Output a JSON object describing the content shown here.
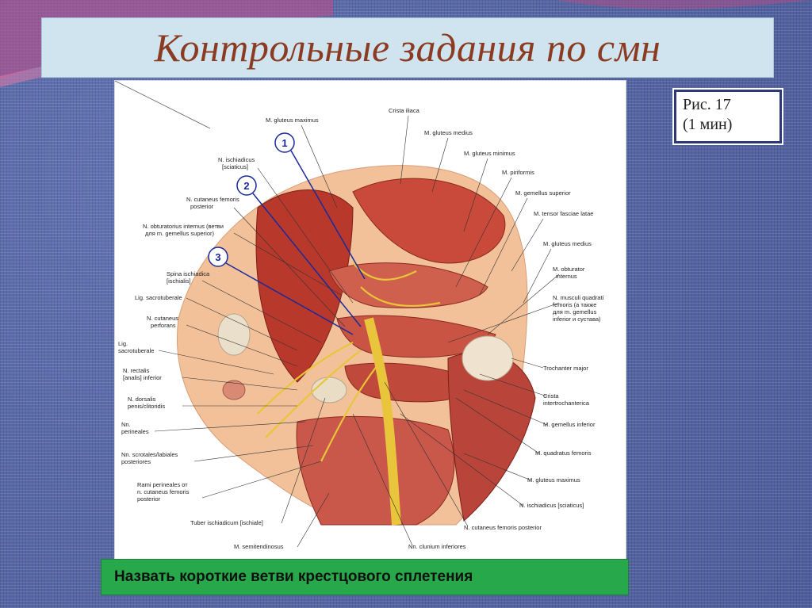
{
  "slide": {
    "title": "Контрольные задания по смн",
    "figure_caption_line1": "Рис. 17",
    "figure_caption_line2": "(1 мин)",
    "task": "Назвать короткие ветви крестцового сплетения"
  },
  "figure": {
    "markers": [
      "1",
      "2",
      "3"
    ],
    "labels_left": [
      "M. gluteus maximus",
      "N. ischiadicus",
      "[sciaticus]",
      "N. cutaneus femoris",
      "posterior",
      "N. obturatorius internus (ветви",
      "для m. gemellus superior)",
      "Spina ischiadica",
      "[ischialis]",
      "Lig. sacrotuberale",
      "N. cutaneus",
      "perforans",
      "Lig.",
      "sacrotuberale",
      "N. rectalis",
      "[analis] inferior",
      "N. dorsalis",
      "penis/clitoridis",
      "Nn.",
      "perineales",
      "Nn. scrotales/labiales",
      "posteriores",
      "Rami perineales от",
      "n. cutaneus femoris",
      "posterior",
      "Tuber ischiadicum [ischiale]",
      "M. semitendinosus"
    ],
    "labels_right": [
      "Crista iliaca",
      "M. gluteus medius",
      "M. gluteus minimus",
      "M. piriformis",
      "M. gemellus superior",
      "M. tensor fasciae latae",
      "M. gluteus medius",
      "M. obturator",
      "internus",
      "N. musculi quadrati",
      "femoris (а также",
      "для m. gemellus",
      "inferior и сустава)",
      "Trochanter major",
      "Crista",
      "intertrochanterica",
      "M. gemellus inferior",
      "M. quadratus femoris",
      "M. gluteus maximus",
      "N. ischiadicus [sciaticus]",
      "N. cutaneus femoris posterior",
      "Nn. clunium inferiores"
    ]
  },
  "colors": {
    "title_text": "#8a3b22",
    "title_bg": "#cfe4ee",
    "task_bg": "#27a84a",
    "marker": "#1a2a9a"
  }
}
